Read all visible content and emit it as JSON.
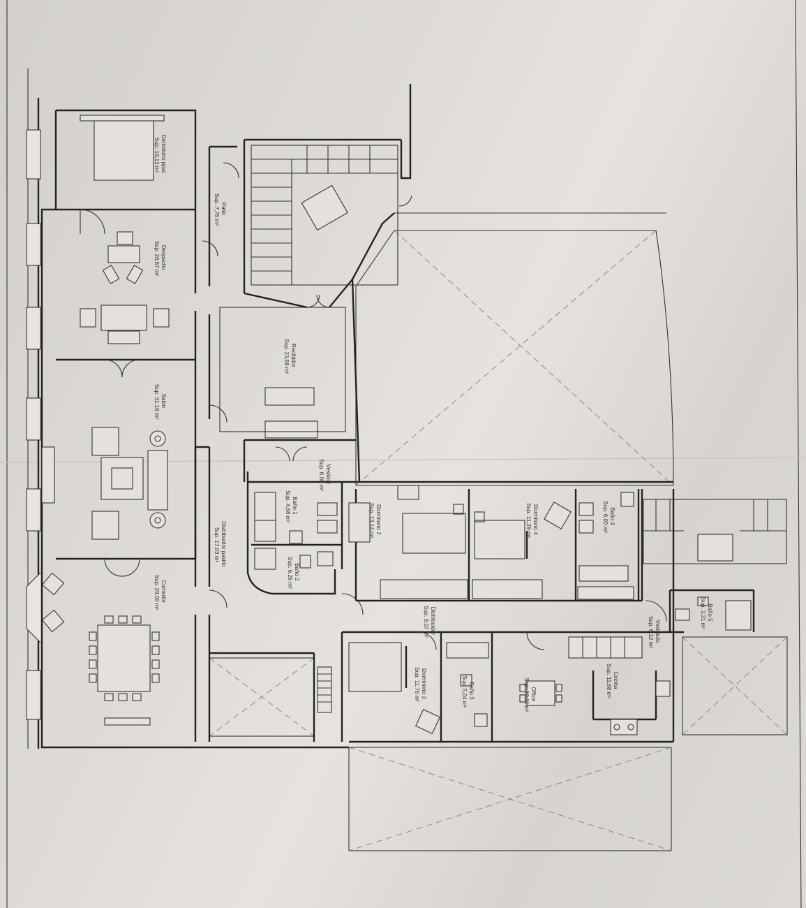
{
  "rooms": [
    {
      "id": "dormitorio-principal",
      "name": "Dormitorio ppal.",
      "area": "Sup. 19,13 m²"
    },
    {
      "id": "patio",
      "name": "Patio",
      "area": "Sup. 7,76 m²"
    },
    {
      "id": "despacho",
      "name": "Despacho",
      "area": "Sup. 20,67 m²"
    },
    {
      "id": "recibidor",
      "name": "Recibidor",
      "area": "Sup. 23,69 m²"
    },
    {
      "id": "salon",
      "name": "Salón",
      "area": "Sup. 31,18 m²"
    },
    {
      "id": "vestidor",
      "name": "Vestidor",
      "area": "Sup. 6,00 m²"
    },
    {
      "id": "bano-1",
      "name": "Baño 1",
      "area": "Sup. 4,68 m²"
    },
    {
      "id": "bano-2",
      "name": "Baño 2",
      "area": "Sup. 6,26 m²"
    },
    {
      "id": "distribuidor-pasillo",
      "name": "Distribuidor pasillo",
      "area": "Sup. 17,03 m²"
    },
    {
      "id": "dormitorio-2",
      "name": "Dormitorio 2",
      "area": "Sup. 13,14 m²"
    },
    {
      "id": "dormitorio-4",
      "name": "Dormitorio 4",
      "area": "Sup. 11,29 m²"
    },
    {
      "id": "bano-4",
      "name": "Baño 4",
      "area": "Sup. 6,00 m²"
    },
    {
      "id": "comedor",
      "name": "Comedor",
      "area": "Sup. 29,00 m²"
    },
    {
      "id": "distribuidor",
      "name": "Distribuidor",
      "area": "Sup. 8,07 m²"
    },
    {
      "id": "dormitorio-3",
      "name": "Dormitorio 3",
      "area": "Sup. 11,76 m²"
    },
    {
      "id": "bano-3",
      "name": "Baño 3",
      "area": "Sup. 5,04 m²"
    },
    {
      "id": "office",
      "name": "Office",
      "area": "Sup. 10,11 m²"
    },
    {
      "id": "cocina",
      "name": "Cocina",
      "area": "Sup. 11,68 m²"
    },
    {
      "id": "vestibulo",
      "name": "Vestíbulo",
      "area": "Sup. 6,12 m²"
    },
    {
      "id": "bano-5",
      "name": "Baño 5",
      "area": "Sup. 3,31 m²"
    }
  ]
}
